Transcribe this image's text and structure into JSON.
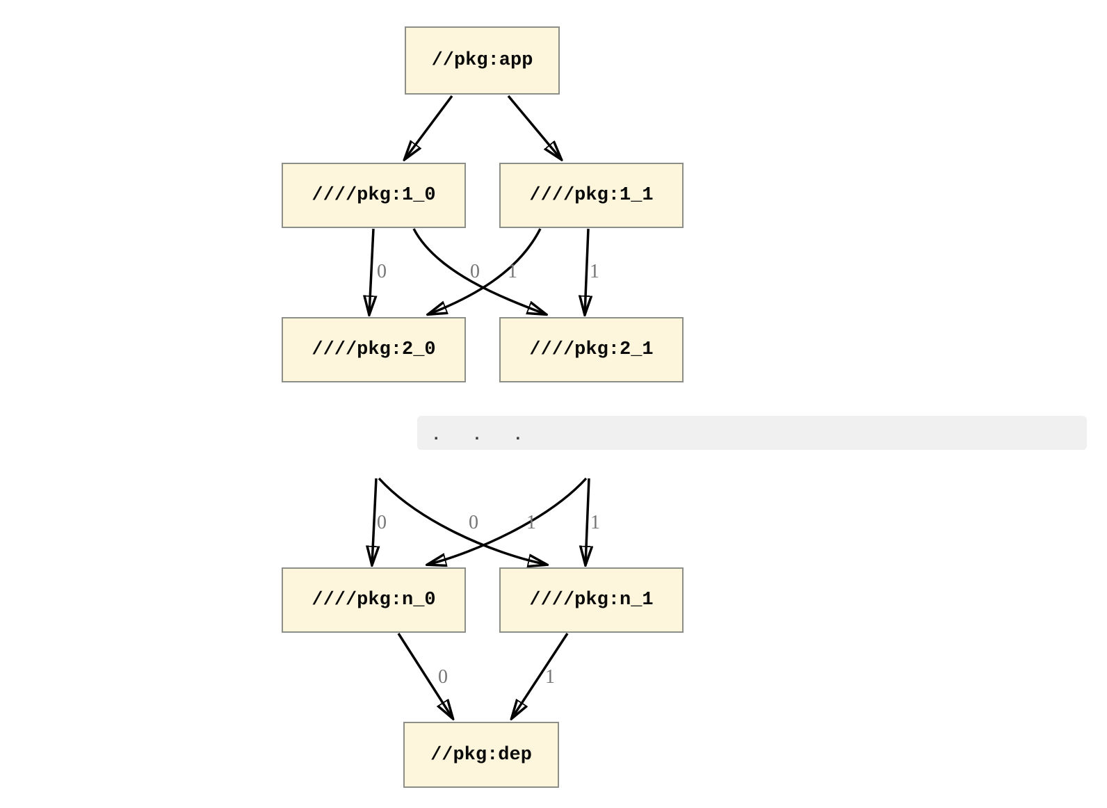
{
  "graph": {
    "kind": "dependency-graph",
    "nodes": [
      {
        "id": "app",
        "label": "//pkg:app"
      },
      {
        "id": "1_0",
        "label": "////pkg:1_0"
      },
      {
        "id": "1_1",
        "label": "////pkg:1_1"
      },
      {
        "id": "2_0",
        "label": "////pkg:2_0"
      },
      {
        "id": "2_1",
        "label": "////pkg:2_1"
      },
      {
        "id": "n_0",
        "label": "////pkg:n_0"
      },
      {
        "id": "n_1",
        "label": "////pkg:n_1"
      },
      {
        "id": "dep",
        "label": "//pkg:dep"
      }
    ],
    "edges": [
      {
        "from": "//pkg:app",
        "to": "////pkg:1_0",
        "label": ""
      },
      {
        "from": "//pkg:app",
        "to": "////pkg:1_1",
        "label": ""
      },
      {
        "from": "////pkg:1_0",
        "to": "////pkg:2_0",
        "label": "0"
      },
      {
        "from": "////pkg:1_1",
        "to": "////pkg:2_0",
        "label": "0"
      },
      {
        "from": "////pkg:1_0",
        "to": "////pkg:2_1",
        "label": "1"
      },
      {
        "from": "////pkg:1_1",
        "to": "////pkg:2_1",
        "label": "1"
      },
      {
        "from": "...",
        "to": "////pkg:n_0",
        "label": "0"
      },
      {
        "from": "...",
        "to": "////pkg:n_0",
        "label": "0"
      },
      {
        "from": "...",
        "to": "////pkg:n_1",
        "label": "1"
      },
      {
        "from": "...",
        "to": "////pkg:n_1",
        "label": "1"
      },
      {
        "from": "////pkg:n_0",
        "to": "//pkg:dep",
        "label": "0"
      },
      {
        "from": "////pkg:n_1",
        "to": "//pkg:dep",
        "label": "1"
      }
    ],
    "ellipsis": ". . .",
    "colors": {
      "node_fill": "#fdf6dc",
      "node_border": "#8b8f88",
      "node_text": "#0a0a0a",
      "edge": "#000000",
      "edge_label": "#767676",
      "separator_bg": "#f0f0f0",
      "separator_text": "#3d3d3d",
      "background": "#ffffff"
    }
  }
}
